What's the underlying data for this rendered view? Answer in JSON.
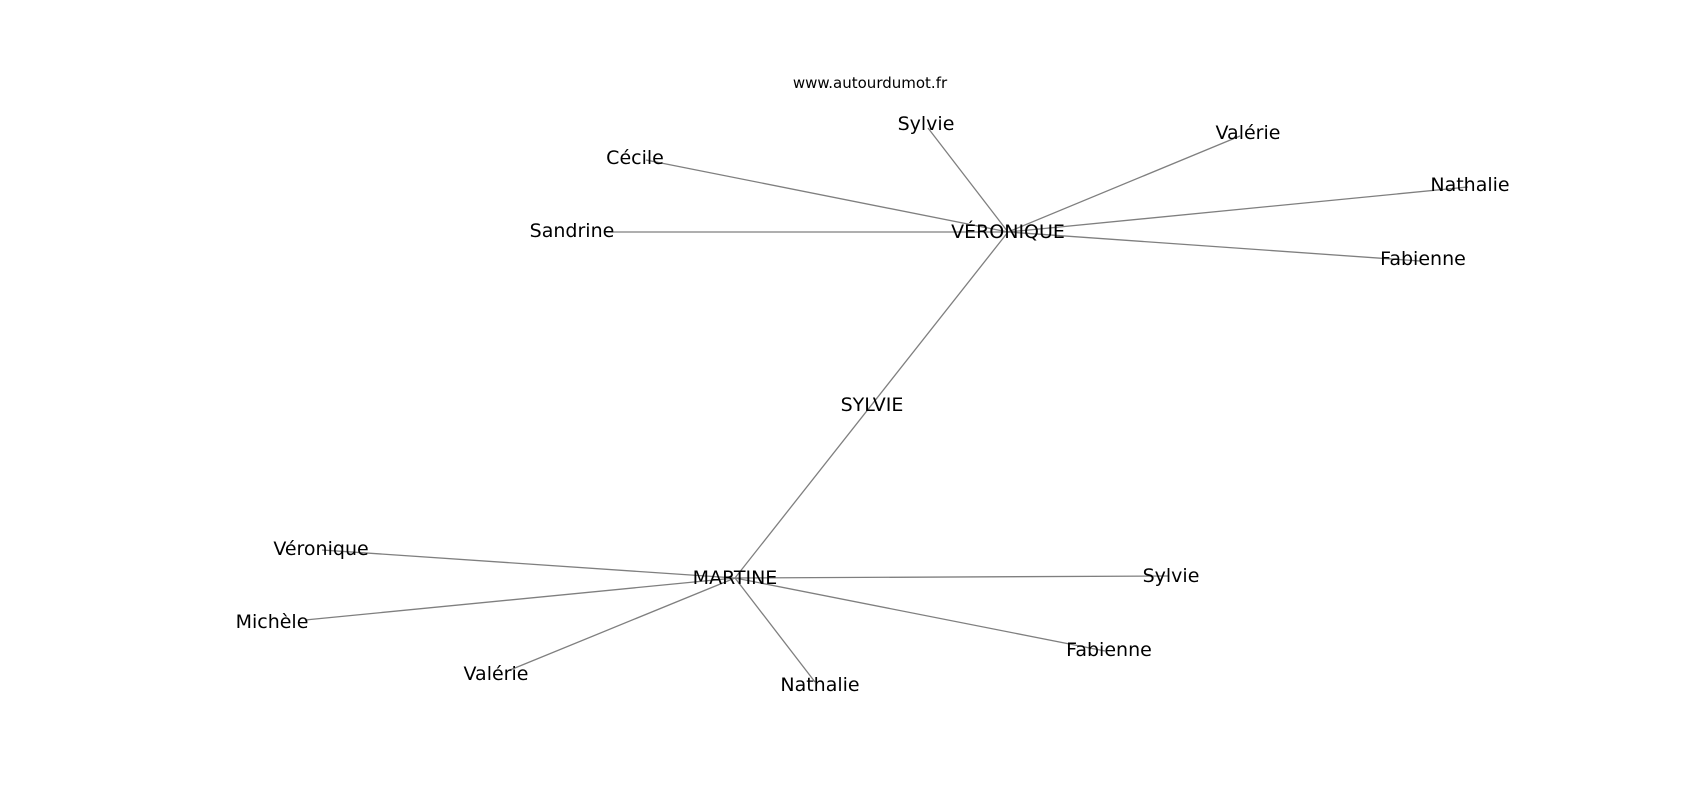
{
  "watermark": "www.autourdumot.fr",
  "colors": {
    "edge": "#7f7f7f",
    "text": "#000000",
    "background": "#ffffff"
  },
  "graph": {
    "nodes": [
      {
        "id": "sylvie-center",
        "label": "SYLVIE"
      },
      {
        "id": "veronique-hub",
        "label": "VÉRONIQUE"
      },
      {
        "id": "martine-hub",
        "label": "MARTINE"
      },
      {
        "id": "v-sylvie",
        "label": "Sylvie"
      },
      {
        "id": "v-valerie",
        "label": "Valérie"
      },
      {
        "id": "v-cecile",
        "label": "Cécile"
      },
      {
        "id": "v-nathalie",
        "label": "Nathalie"
      },
      {
        "id": "v-sandrine",
        "label": "Sandrine"
      },
      {
        "id": "v-fabienne",
        "label": "Fabienne"
      },
      {
        "id": "m-veronique",
        "label": "Véronique"
      },
      {
        "id": "m-sylvie",
        "label": "Sylvie"
      },
      {
        "id": "m-michele",
        "label": "Michèle"
      },
      {
        "id": "m-fabienne",
        "label": "Fabienne"
      },
      {
        "id": "m-valerie",
        "label": "Valérie"
      },
      {
        "id": "m-nathalie",
        "label": "Nathalie"
      }
    ],
    "edges": [
      [
        "veronique-hub",
        "martine-hub"
      ],
      [
        "veronique-hub",
        "v-sylvie"
      ],
      [
        "veronique-hub",
        "v-valerie"
      ],
      [
        "veronique-hub",
        "v-cecile"
      ],
      [
        "veronique-hub",
        "v-nathalie"
      ],
      [
        "veronique-hub",
        "v-sandrine"
      ],
      [
        "veronique-hub",
        "v-fabienne"
      ],
      [
        "martine-hub",
        "m-veronique"
      ],
      [
        "martine-hub",
        "m-sylvie"
      ],
      [
        "martine-hub",
        "m-michele"
      ],
      [
        "martine-hub",
        "m-fabienne"
      ],
      [
        "martine-hub",
        "m-valerie"
      ],
      [
        "martine-hub",
        "m-nathalie"
      ]
    ]
  }
}
